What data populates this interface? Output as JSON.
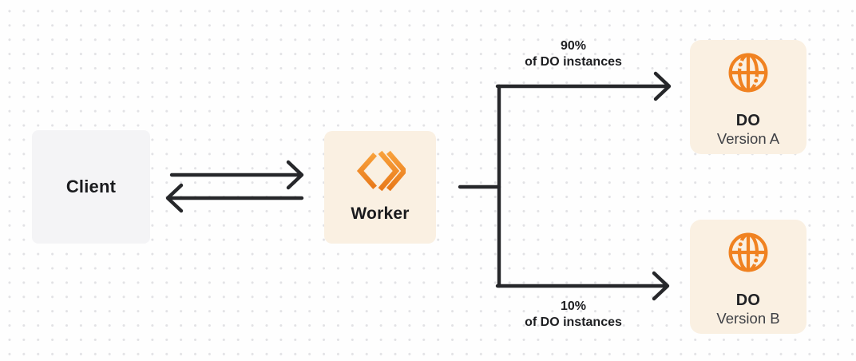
{
  "diagram": {
    "client": {
      "label": "Client"
    },
    "worker": {
      "label": "Worker",
      "icon": "workers-chevron-icon"
    },
    "fork": {
      "top_branch": {
        "percent": "90%",
        "caption": "of DO instances"
      },
      "bottom_branch": {
        "percent": "10%",
        "caption": "of DO instances"
      }
    },
    "do_versions": [
      {
        "title": "DO",
        "subtitle": "Version A",
        "icon": "globe-icon"
      },
      {
        "title": "DO",
        "subtitle": "Version B",
        "icon": "globe-icon"
      }
    ],
    "colors": {
      "accent_orange": "#f08221",
      "worker_gradient_top": "#f8a13c",
      "worker_gradient_bottom": "#e8791a",
      "cream_box": "#faf0e2",
      "gray_box": "#f4f4f6",
      "connector_line": "#26272a",
      "text_primary": "#1a1b1e",
      "text_secondary": "#3e4045",
      "dot_grid": "#e2e2e5"
    }
  }
}
